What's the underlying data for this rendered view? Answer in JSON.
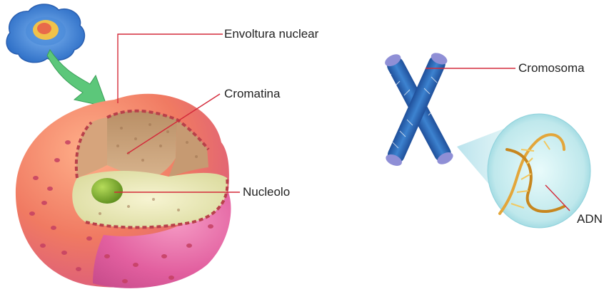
{
  "labels": {
    "envoltura": "Envoltura nuclear",
    "cromatina": "Cromatina",
    "nucleolo": "Nucleolo",
    "cromosoma": "Cromosoma",
    "adn": "ADN"
  },
  "colors": {
    "leader_line": "#d42a3a",
    "envelope_outer": "#f08a6e",
    "envelope_pink": "#e6609a",
    "chromatin": "#c9a27a",
    "nucleoplasm": "#e9e6b8",
    "nucleolus": "#7fae2e",
    "arrow": "#5cc77a",
    "chromosome": "#2f6db8",
    "dna_bubble": "#bfe8ec",
    "dna_helix": "#e3a63a"
  }
}
